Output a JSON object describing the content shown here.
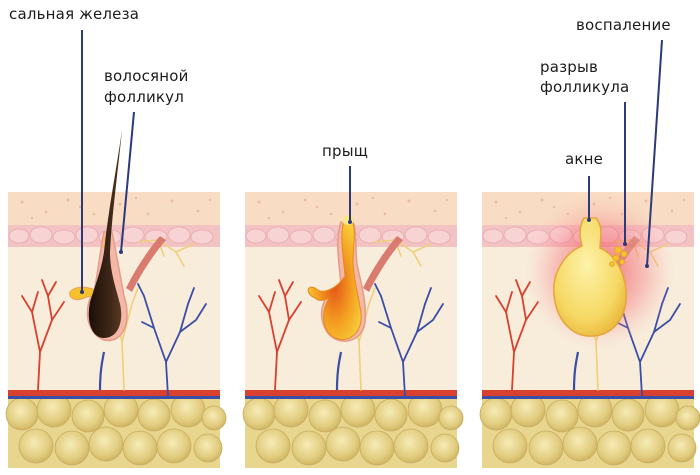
{
  "labels": {
    "sebaceous_gland": "сальная железа",
    "hair_follicle_line1": "волосяной",
    "hair_follicle_line2": "фолликул",
    "pimple": "прыщ",
    "inflammation": "воспаление",
    "follicle_rupture_line1": "разрыв",
    "follicle_rupture_line2": "фолликула",
    "acne": "акне"
  },
  "panels": [
    "normal-follicle",
    "pimple",
    "acne-inflammation"
  ],
  "colors": {
    "epidermis": "#f7dcc4",
    "dermis": "#f8ecd5",
    "fat": "#e6d38a",
    "artery": "#d83a2a",
    "vein": "#3a4ea8",
    "nerve": "#f2d98a",
    "pointer": "#2d3a7a",
    "hair": "#2a1a12",
    "sebum": "#f6c12a",
    "inflammation": "#f26b6b"
  }
}
